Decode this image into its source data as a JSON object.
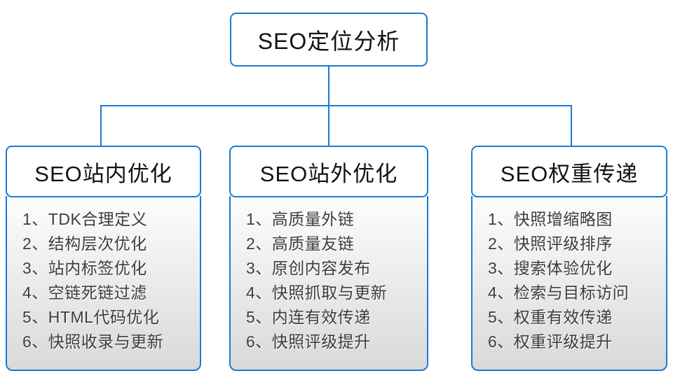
{
  "colors": {
    "accent": "#1b7ad1",
    "list_text": "#3d3d3d",
    "header_text": "#131313"
  },
  "root": {
    "title": "SEO定位分析"
  },
  "columns": [
    {
      "title": "SEO站内优化",
      "items": [
        "1、TDK合理定义",
        "2、结构层次优化",
        "3、站内标签优化",
        "4、空链死链过滤",
        "5、HTML代码优化",
        "6、快照收录与更新"
      ]
    },
    {
      "title": "SEO站外优化",
      "items": [
        "1、高质量外链",
        "2、高质量友链",
        "3、原创内容发布",
        "4、快照抓取与更新",
        "5、内连有效传递",
        "6、快照评级提升"
      ]
    },
    {
      "title": "SEO权重传递",
      "items": [
        "1、快照增缩略图",
        "2、快照评级排序",
        "3、搜索体验优化",
        "4、检索与目标访问",
        "5、权重有效传递",
        "6、权重评级提升"
      ]
    }
  ]
}
